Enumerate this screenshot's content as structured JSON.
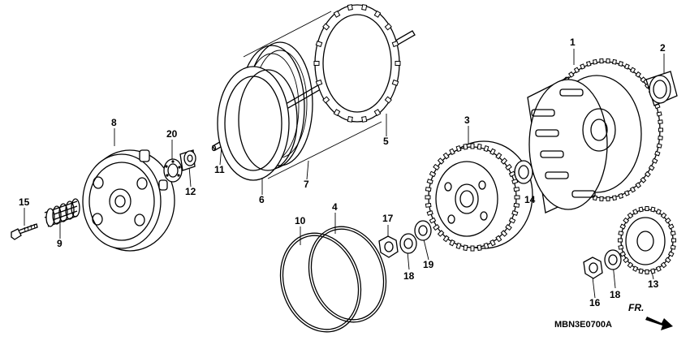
{
  "diagram": {
    "part_numbers": [
      "1",
      "2",
      "3",
      "4",
      "5",
      "6",
      "7",
      "8",
      "9",
      "10",
      "11",
      "12",
      "13",
      "14",
      "15",
      "16",
      "17",
      "18",
      "18",
      "19",
      "20"
    ],
    "drawing_code": "MBN3E0700A",
    "direction_label": "FR."
  }
}
